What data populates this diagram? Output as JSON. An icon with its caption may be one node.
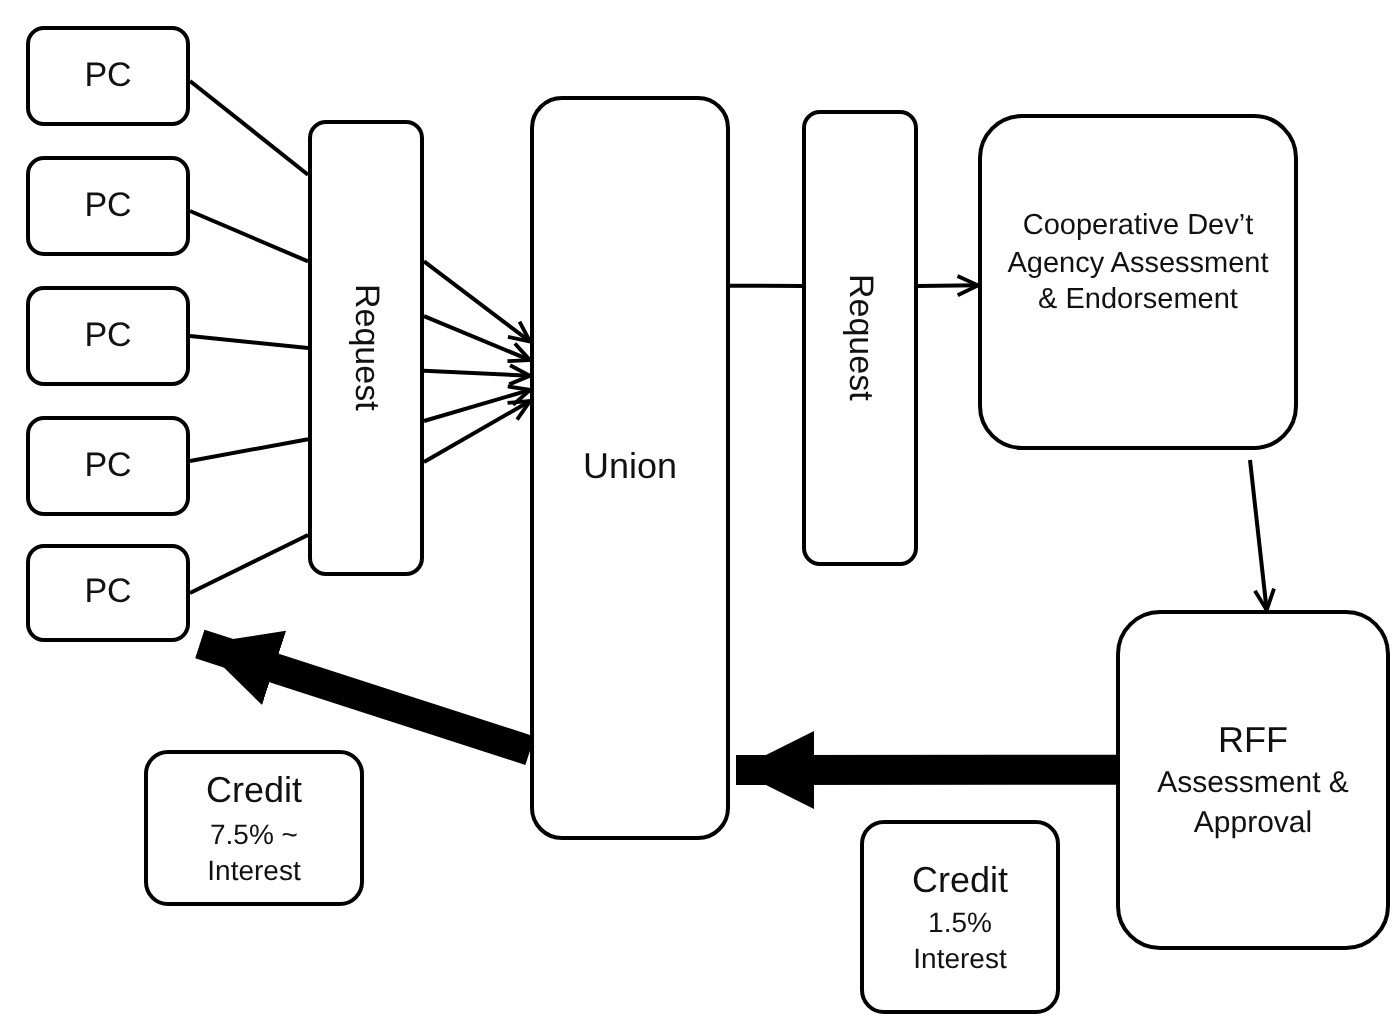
{
  "diagram": {
    "nodes": [
      {
        "text": [
          "PC"
        ]
      },
      {
        "text": [
          "PC"
        ]
      },
      {
        "text": [
          "PC"
        ]
      },
      {
        "text": [
          "PC"
        ]
      },
      {
        "text": [
          "PC"
        ]
      },
      {
        "text": [
          "Request"
        ]
      },
      {
        "text": [
          "Union"
        ]
      },
      {
        "text": [
          "Request"
        ]
      },
      {
        "text": [
          "Cooperative Dev’t Agency Assessment & Endorsement"
        ]
      },
      {
        "text": [
          "RFF",
          "Assessment & Approval"
        ]
      },
      {
        "text": [
          "Credit",
          "7.5% ~ Interest"
        ]
      },
      {
        "text": [
          "Credit",
          "1.5% Interest"
        ]
      }
    ],
    "edges": [
      {
        "from": 0,
        "to": 5,
        "arrow": "none"
      },
      {
        "from": 1,
        "to": 5,
        "arrow": "none"
      },
      {
        "from": 2,
        "to": 5,
        "arrow": "none"
      },
      {
        "from": 3,
        "to": 5,
        "arrow": "none"
      },
      {
        "from": 4,
        "to": 5,
        "arrow": "none"
      },
      {
        "from": 5,
        "to": 6,
        "arrow": "to"
      },
      {
        "from": 5,
        "to": 6,
        "arrow": "to"
      },
      {
        "from": 5,
        "to": 6,
        "arrow": "to"
      },
      {
        "from": 5,
        "to": 6,
        "arrow": "to"
      },
      {
        "from": 5,
        "to": 6,
        "arrow": "to"
      },
      {
        "from": 6,
        "to": 7,
        "arrow": "none"
      },
      {
        "from": 7,
        "to": 8,
        "arrow": "to"
      },
      {
        "from": 8,
        "to": 9,
        "arrow": "to"
      },
      {
        "from": 9,
        "to": 6,
        "arrow": "to",
        "style": "thick"
      },
      {
        "from": 6,
        "to": 4,
        "arrow": "to",
        "style": "thick"
      }
    ]
  }
}
